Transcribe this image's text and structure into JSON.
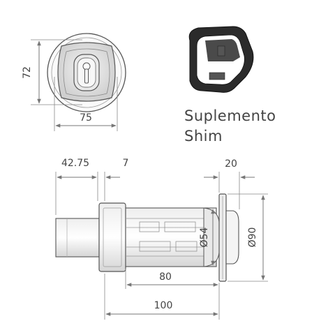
{
  "front_view": {
    "height_label": "72",
    "width_label": "75"
  },
  "shim": {
    "caption_es": "Suplemento",
    "caption_en": "Shim"
  },
  "side_view": {
    "dim_shaft": "42.75",
    "dim_gap": "7",
    "dim_flange": "20",
    "dia_inner": "Ø54",
    "dia_outer": "Ø90",
    "len_body": "80",
    "len_total": "100"
  },
  "colors": {
    "line": "#555555",
    "dim": "#777777",
    "shim": "#2b2b2b",
    "shade": "#d9d9d9"
  }
}
